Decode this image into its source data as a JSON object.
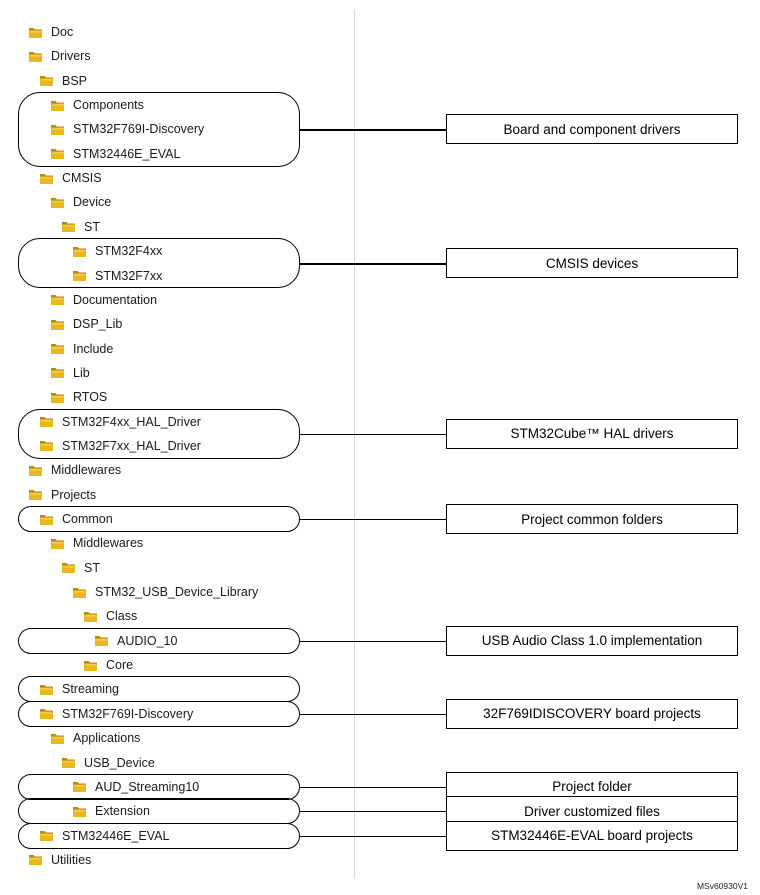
{
  "folders": [
    {
      "label": "Doc",
      "level": 0
    },
    {
      "label": "Drivers",
      "level": 0
    },
    {
      "label": "BSP",
      "level": 1
    },
    {
      "label": "Components",
      "level": 2
    },
    {
      "label": "STM32F769I-Discovery",
      "level": 2
    },
    {
      "label": "STM32446E_EVAL",
      "level": 2
    },
    {
      "label": "CMSIS",
      "level": 1
    },
    {
      "label": "Device",
      "level": 2
    },
    {
      "label": "ST",
      "level": 3
    },
    {
      "label": "STM32F4xx",
      "level": 4
    },
    {
      "label": "STM32F7xx",
      "level": 4
    },
    {
      "label": "Documentation",
      "level": 2
    },
    {
      "label": "DSP_Lib",
      "level": 2
    },
    {
      "label": "Include",
      "level": 2
    },
    {
      "label": "Lib",
      "level": 2
    },
    {
      "label": "RTOS",
      "level": 2
    },
    {
      "label": "STM32F4xx_HAL_Driver",
      "level": 1
    },
    {
      "label": "STM32F7xx_HAL_Driver",
      "level": 1
    },
    {
      "label": "Middlewares",
      "level": 0
    },
    {
      "label": "Projects",
      "level": 0
    },
    {
      "label": "Common",
      "level": 1
    },
    {
      "label": "Middlewares",
      "level": 2
    },
    {
      "label": "ST",
      "level": 3
    },
    {
      "label": "STM32_USB_Device_Library",
      "level": 4
    },
    {
      "label": "Class",
      "level": 5
    },
    {
      "label": "AUDIO_10",
      "level": 6
    },
    {
      "label": "Core",
      "level": 5
    },
    {
      "label": "Streaming",
      "level": 1
    },
    {
      "label": "STM32F769I-Discovery",
      "level": 1
    },
    {
      "label": "Applications",
      "level": 2
    },
    {
      "label": "USB_Device",
      "level": 3
    },
    {
      "label": "AUD_Streaming10",
      "level": 4
    },
    {
      "label": "Extension",
      "level": 4
    },
    {
      "label": "STM32446E_EVAL",
      "level": 1
    },
    {
      "label": "Utilities",
      "level": 0
    }
  ],
  "callouts": [
    {
      "text": "Board and component drivers",
      "first": 3,
      "last": 5
    },
    {
      "text": "CMSIS devices",
      "first": 9,
      "last": 10
    },
    {
      "text": "STM32Cube™ HAL drivers",
      "first": 16,
      "last": 17
    },
    {
      "text": "Project common folders",
      "first": 20,
      "last": 20
    },
    {
      "text": "USB Audio Class 1.0 implementation",
      "first": 25,
      "last": 25
    },
    {
      "text": null,
      "first": 27,
      "last": 27
    },
    {
      "text": "32F769IDISCOVERY board projects",
      "first": 28,
      "last": 28
    },
    {
      "text": "Project folder",
      "first": 31,
      "last": 31
    },
    {
      "text": "Driver customized files",
      "first": 32,
      "last": 32
    },
    {
      "text": "STM32446E-EVAL board projects",
      "first": 33,
      "last": 33
    }
  ],
  "colors": {
    "folder": "#e8b820",
    "folder_shade": "#b98a0c",
    "folder_light": "#f6d968"
  },
  "icons": {
    "folder": "folder-icon"
  },
  "figure_id": "MSv60930V1"
}
